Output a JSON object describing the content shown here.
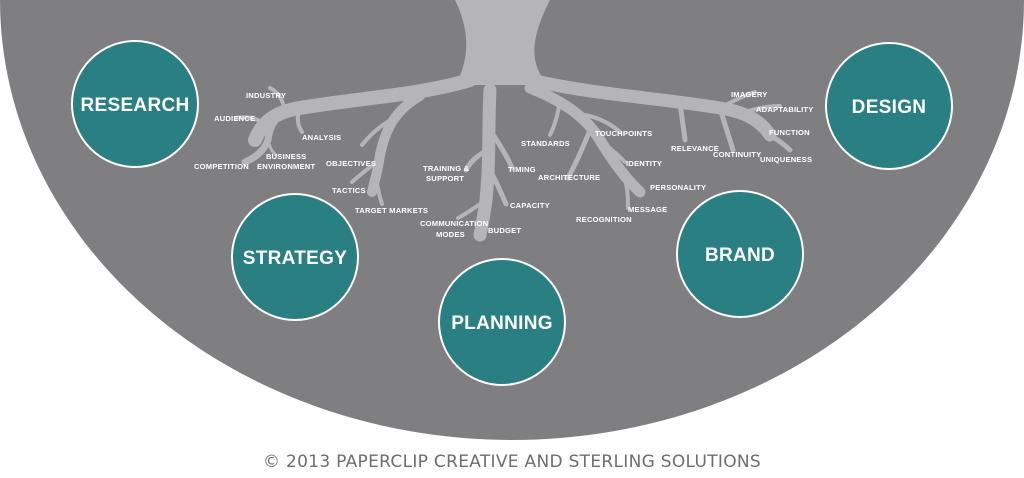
{
  "colors": {
    "background": "#ffffff",
    "soil": "#7f7f82",
    "roots": "#b5b5b7",
    "circle_fill": "#2a7f83",
    "circle_stroke": "#ffffff",
    "footer_text": "#6e6e6e"
  },
  "circles": {
    "research": "RESEARCH",
    "strategy": "STRATEGY",
    "planning": "PLANNING",
    "brand": "BRAND",
    "design": "DESIGN"
  },
  "labels": {
    "industry": "INDUSTRY",
    "audience": "AUDIENCE",
    "analysis": "ANALYSIS",
    "business": "BUSINESS",
    "environment": "ENVIRONMENT",
    "competition": "COMPETITION",
    "objectives": "OBJECTIVES",
    "tactics": "TACTICS",
    "target_markets": "TARGET  MARKETS",
    "training": "TRAINING &",
    "support": "SUPPORT",
    "timing": "TIMING",
    "capacity": "CAPACITY",
    "communication": "COMMUNICATION",
    "modes": "MODES",
    "budget": "BUDGET",
    "standards": "STANDARDS",
    "touchpoints": "TOUCHPOINTS",
    "identity": "IDENTITY",
    "architecture": "ARCHITECTURE",
    "personality": "PERSONALITY",
    "message": "MESSAGE",
    "recognition": "RECOGNITION",
    "relevance": "RELEVANCE",
    "continuity": "CONTINUITY",
    "imagery": "IMAGERY",
    "adaptability": "ADAPTABILITY",
    "function": "FUNCTION",
    "uniqueness": "UNIQUENESS"
  },
  "footer": "© 2013 PAPERCLIP CREATIVE AND STERLING SOLUTIONS"
}
